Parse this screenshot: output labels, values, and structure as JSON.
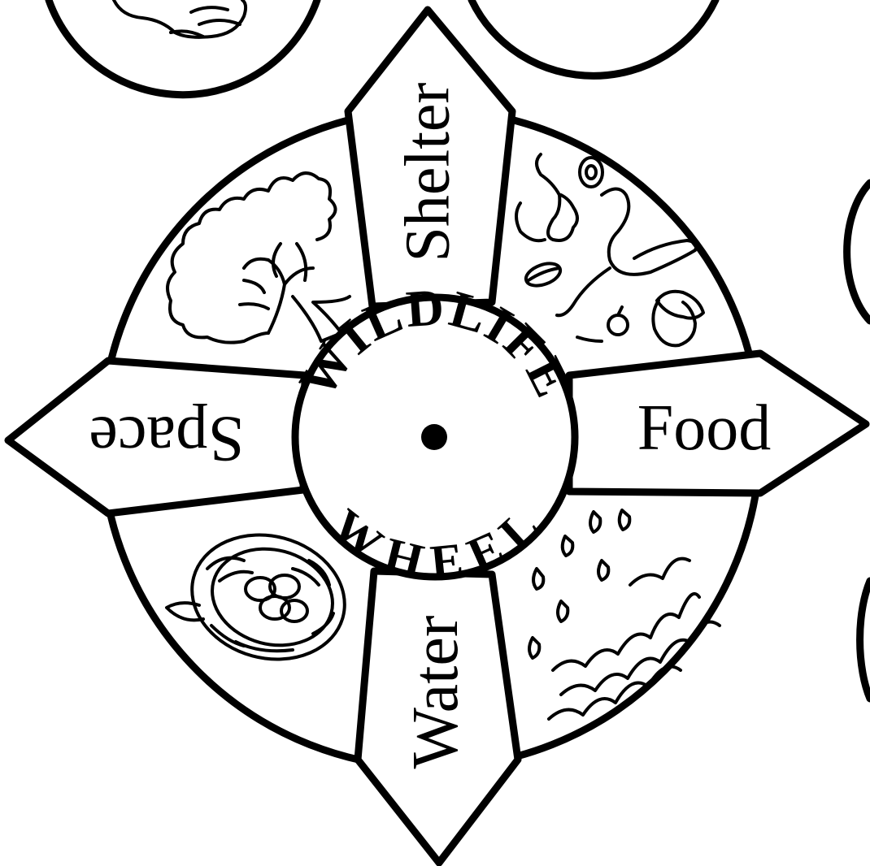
{
  "wheel": {
    "title_top": "WILDLIFE",
    "title_bottom": "WHEEL",
    "labels": {
      "shelter": "Shelter",
      "food": "Food",
      "water": "Water",
      "space": "Space"
    }
  },
  "colors": {
    "ink": "#000000",
    "paper": "#ffffff"
  }
}
